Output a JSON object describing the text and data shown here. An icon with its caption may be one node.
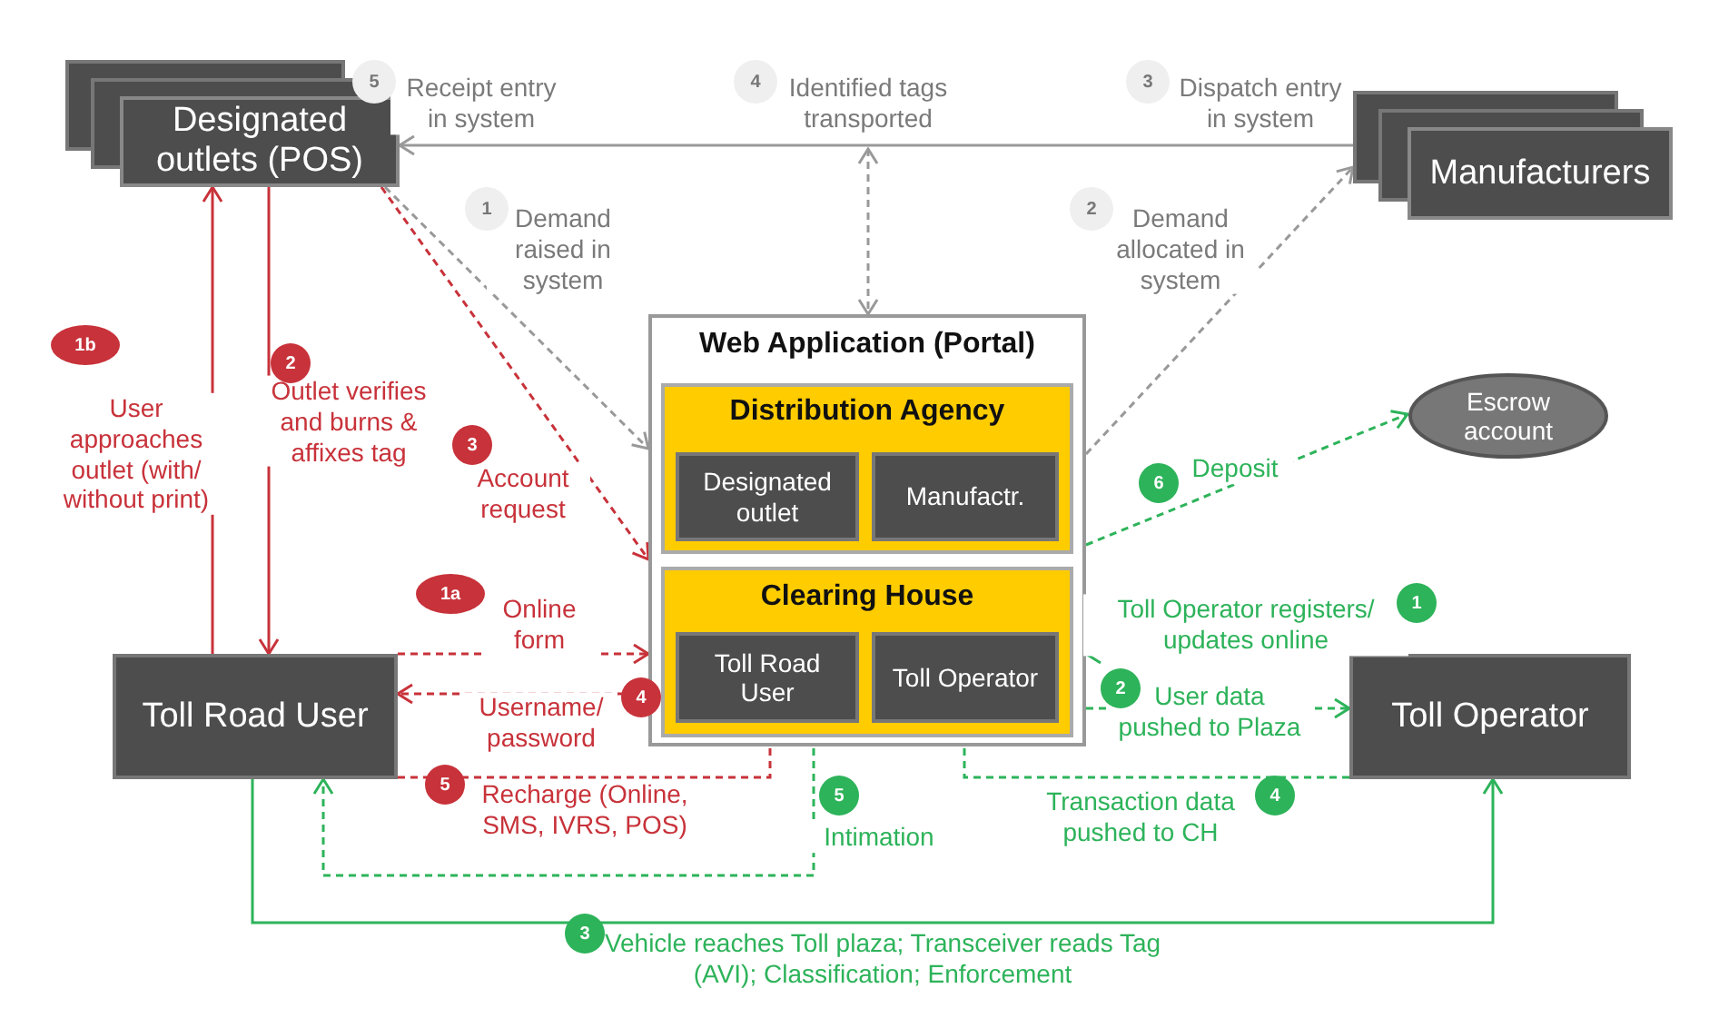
{
  "diagram": {
    "nodes": [
      {
        "text": [
          "Designated outlets (POS)"
        ]
      },
      {
        "text": [
          "Manufacturers"
        ]
      },
      {
        "text": [
          "Web Application (Portal)"
        ]
      },
      {
        "text": [
          "Distribution Agency"
        ],
        "in": 2
      },
      {
        "text": [
          "Designated outlet"
        ],
        "in": 3
      },
      {
        "text": [
          "Manufactr."
        ],
        "in": 3
      },
      {
        "text": [
          "Clearing House"
        ],
        "in": 2
      },
      {
        "text": [
          "Toll Road User"
        ],
        "in": 6
      },
      {
        "text": [
          "Toll Operator"
        ],
        "in": 6
      },
      {
        "text": [
          "Escrow account"
        ]
      },
      {
        "text": [
          "Toll Road User"
        ]
      },
      {
        "text": [
          "Toll Operator"
        ]
      }
    ],
    "edges": [
      {
        "from": 1,
        "to": 0,
        "arrow": "to",
        "label": "Receipt entry in system",
        "color": "#999999"
      },
      {
        "from": null,
        "to": 2,
        "arrow": "both",
        "label": "Identified tags transported",
        "style": "dashed",
        "color": "#999999"
      },
      {
        "from": 0,
        "to": 2,
        "arrow": "to",
        "label": "Demand raised in system",
        "style": "dashed",
        "color": "#999999"
      },
      {
        "from": 2,
        "to": 1,
        "arrow": "to",
        "label": "Demand allocated in system",
        "style": "dashed",
        "color": "#999999"
      },
      {
        "from": 10,
        "to": 0,
        "arrow": "to",
        "label": "User approaches outlet (with/ without print)",
        "color": "#c8323a"
      },
      {
        "from": 0,
        "to": 10,
        "arrow": "to",
        "label": "Outlet verifies and burns & affixes tag",
        "color": "#c8323a"
      },
      {
        "from": 0,
        "to": 2,
        "arrow": "to",
        "label": "Account request",
        "style": "dashed",
        "color": "#c8323a"
      },
      {
        "from": 10,
        "to": 2,
        "arrow": "to",
        "label": "Online form",
        "style": "dashed",
        "color": "#c8323a"
      },
      {
        "from": 7,
        "to": 10,
        "arrow": "to",
        "label": "Username/ password",
        "style": "dashed",
        "color": "#c8323a"
      },
      {
        "from": 10,
        "to": 7,
        "arrow": "to",
        "label": "Recharge (Online, SMS, IVRS, POS)",
        "style": "dashed",
        "color": "#c8323a"
      },
      {
        "from": 7,
        "to": 10,
        "arrow": "to",
        "label": "Intimation",
        "style": "dashed",
        "color": "#2db35a"
      },
      {
        "from": 10,
        "to": 11,
        "arrow": "to",
        "label": "Vehicle reaches Toll plaza; Transceiver reads Tag (AVI); Classification; Enforcement",
        "color": "#2db35a"
      },
      {
        "from": 11,
        "to": 2,
        "arrow": "to",
        "label": "Toll Operator registers/ updates online",
        "style": "dashed",
        "color": "#2db35a"
      },
      {
        "from": 2,
        "to": 11,
        "arrow": "to",
        "label": "User data pushed to Plaza",
        "style": "dashed",
        "color": "#2db35a"
      },
      {
        "from": 11,
        "to": 8,
        "arrow": "to",
        "label": "Transaction data pushed to CH",
        "style": "dashed",
        "color": "#2db35a"
      },
      {
        "from": 2,
        "to": 9,
        "arrow": "to",
        "label": "Deposit",
        "style": "dashed",
        "color": "#2db35a"
      }
    ],
    "labels": [
      "5",
      "4",
      "3",
      "Dispatch entry in system",
      "1",
      "2",
      "1b",
      "2",
      "3",
      "6",
      "1a",
      "1",
      "2",
      "4",
      "5",
      "5",
      "4",
      "3"
    ]
  }
}
